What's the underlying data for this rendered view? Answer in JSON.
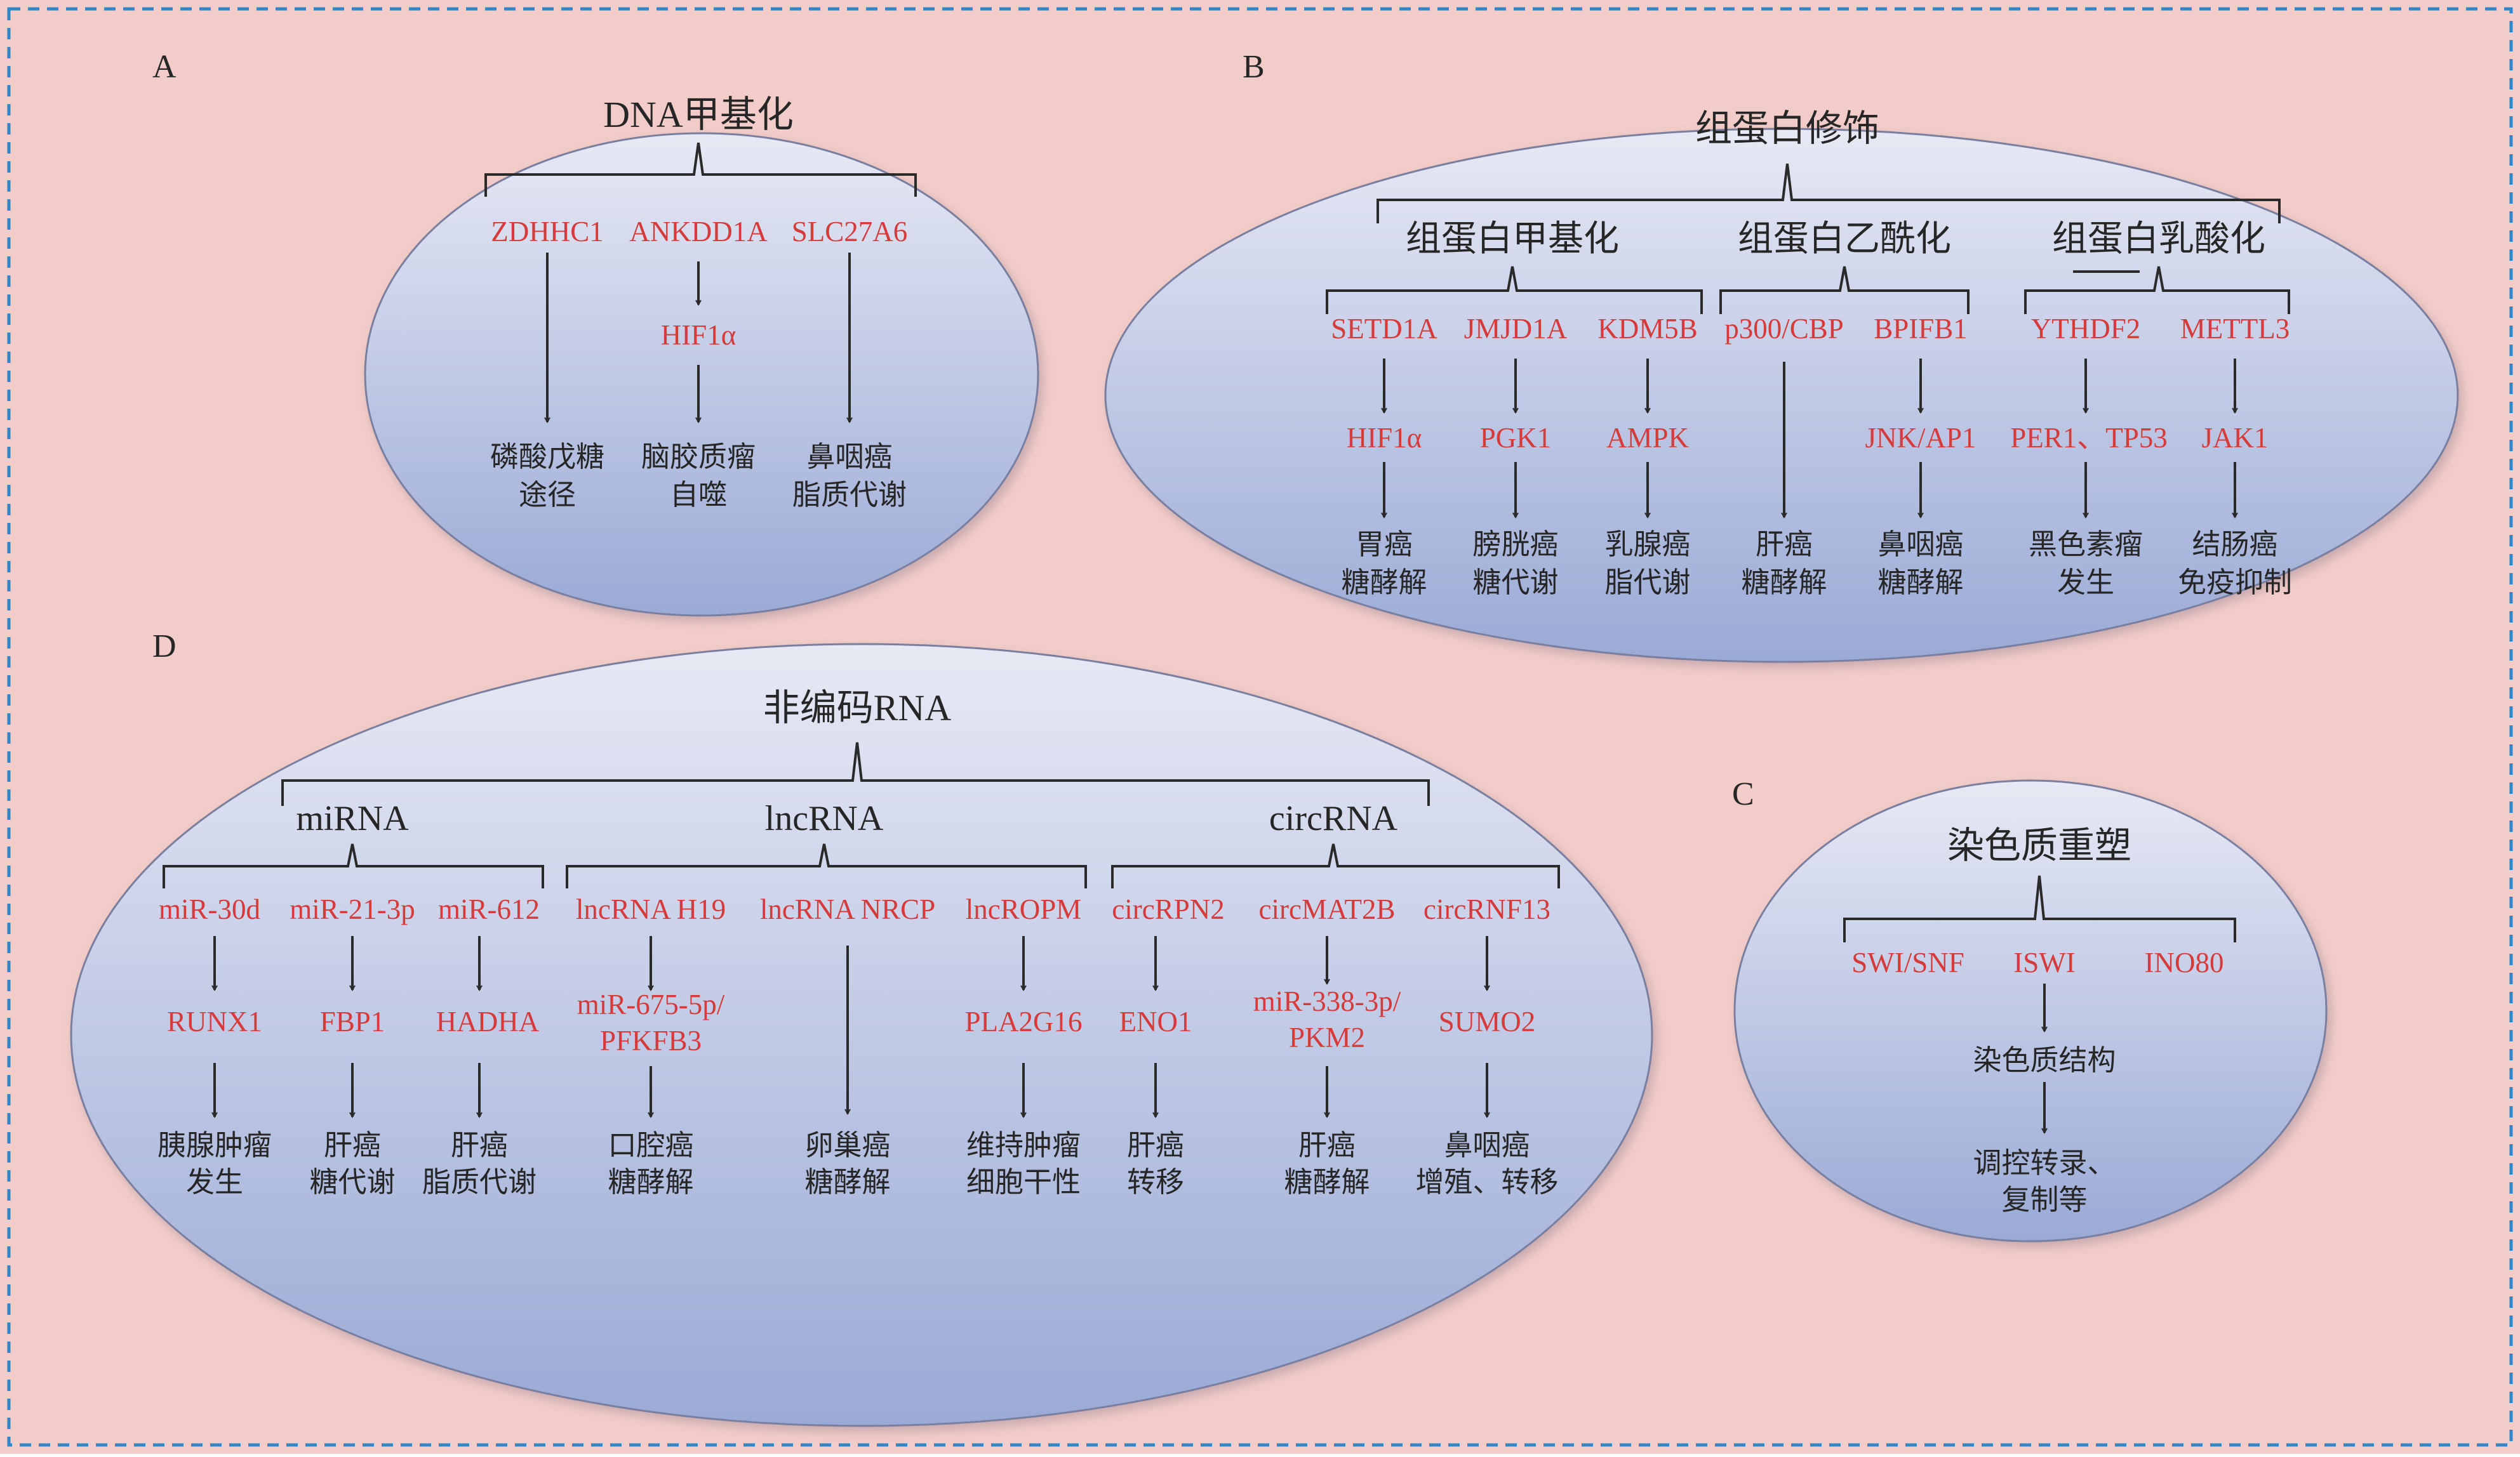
{
  "panels": {
    "A": {
      "letter": "A",
      "title": "DNA甲基化",
      "genes": [
        "ZDHHC1",
        "ANKDD1A",
        "SLC27A6"
      ],
      "mid": "HIF1α",
      "effects": [
        [
          "磷酸戊糖",
          "途径"
        ],
        [
          "脑胶质瘤",
          "自噬"
        ],
        [
          "鼻咽癌",
          "脂质代谢"
        ]
      ]
    },
    "B": {
      "letter": "B",
      "title": "组蛋白修饰",
      "groups": [
        "组蛋白甲基化",
        "组蛋白乙酰化",
        "组蛋白乳酸化"
      ],
      "genes": [
        "SETD1A",
        "JMJD1A",
        "KDM5B",
        "p300/CBP",
        "BPIFB1",
        "YTHDF2",
        "METTL3"
      ],
      "mids": [
        "HIF1α",
        "PGK1",
        "AMPK",
        "JNK/AP1",
        "PER1、TP53",
        "JAK1"
      ],
      "effects": [
        [
          "胃癌",
          "糖酵解"
        ],
        [
          "膀胱癌",
          "糖代谢"
        ],
        [
          "乳腺癌",
          "脂代谢"
        ],
        [
          "肝癌",
          "糖酵解"
        ],
        [
          "鼻咽癌",
          "糖酵解"
        ],
        [
          "黑色素瘤",
          "发生"
        ],
        [
          "结肠癌",
          "免疫抑制"
        ]
      ]
    },
    "C": {
      "letter": "C",
      "title": "染色质重塑",
      "items": [
        "SWI/SNF",
        "ISWI",
        "INO80"
      ],
      "mid": "染色质结构",
      "effect": [
        "调控转录、",
        "复制等"
      ]
    },
    "D": {
      "letter": "D",
      "title": "非编码RNA",
      "groups": [
        "miRNA",
        "lncRNA",
        "circRNA"
      ],
      "genes": [
        "miR-30d",
        "miR-21-3p",
        "miR-612",
        "lncRNA H19",
        "lncRNA NRCP",
        "lncROPM",
        "circRPN2",
        "circMAT2B",
        "circRNF13"
      ],
      "mids": [
        "RUNX1",
        "FBP1",
        "HADHA",
        "miR-675-5p/",
        "PFKFB3",
        "PLA2G16",
        "ENO1",
        "miR-338-3p/",
        "PKM2",
        "SUMO2"
      ],
      "effects": [
        [
          "胰腺肿瘤",
          "发生"
        ],
        [
          "肝癌",
          "糖代谢"
        ],
        [
          "肝癌",
          "脂质代谢"
        ],
        [
          "口腔癌",
          "糖酵解"
        ],
        [
          "卵巢癌",
          "糖酵解"
        ],
        [
          "维持肿瘤",
          "细胞干性"
        ],
        [
          "肝癌",
          "转移"
        ],
        [
          "肝癌",
          "糖酵解"
        ],
        [
          "鼻咽癌",
          "增殖、转移"
        ]
      ]
    }
  },
  "colors": {
    "background": "#f2ccc8",
    "ellipse_top": "#e7e9f4",
    "ellipse_bottom": "#9aaad6",
    "gene_text": "#d63a3a",
    "text": "#262626",
    "frame": "#2f86c8"
  }
}
